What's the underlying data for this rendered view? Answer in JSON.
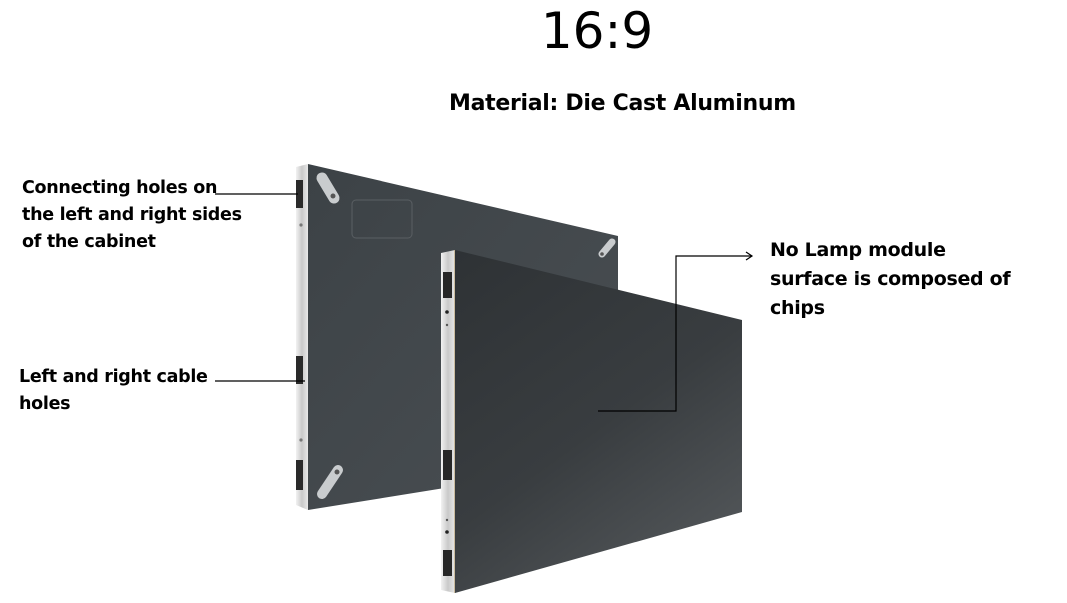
{
  "header": {
    "aspect_ratio": "16:9",
    "material": "Material: Die Cast Aluminum"
  },
  "callouts": {
    "connecting_holes": {
      "lines": [
        "Connecting holes on",
        "the left and right sides",
        "of the cabinet"
      ]
    },
    "cable_holes": {
      "lines": [
        "Left and right cable",
        "holes"
      ]
    },
    "no_lamp_module": {
      "lines": [
        "No Lamp module",
        "surface is composed of chips"
      ]
    }
  },
  "colors": {
    "panel_back": "#3f4448",
    "panel_front": "#35393c",
    "frame_silver": "#dcdcdc",
    "leader_line": "#000000"
  }
}
